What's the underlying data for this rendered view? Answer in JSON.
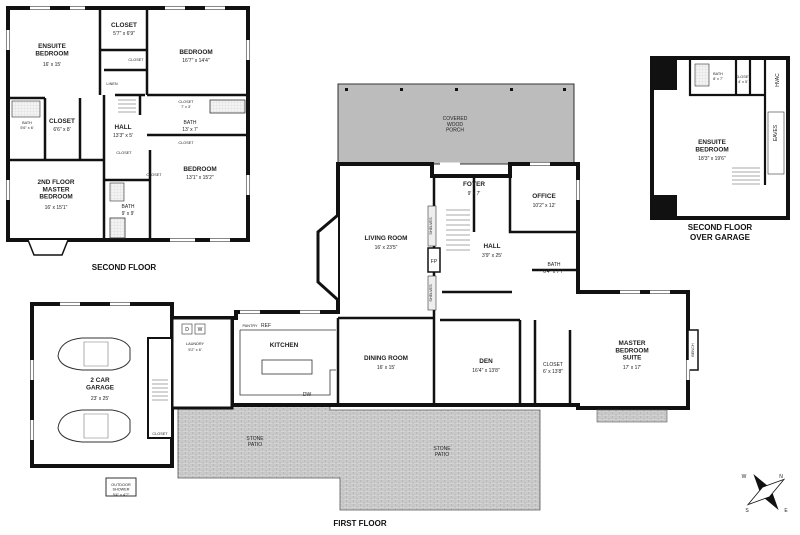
{
  "floor_titles": {
    "second_floor": "SECOND FLOOR",
    "first_floor": "FIRST FLOOR",
    "garage_floor_line1": "SECOND FLOOR",
    "garage_floor_line2": "OVER GARAGE"
  },
  "rooms": {
    "ensuite_bedroom": {
      "name": "ENSUITE\nBEDROOM",
      "dim": "16' x 15'"
    },
    "closet_top": {
      "name": "CLOSET",
      "dim": "5'7\" x 6'9\""
    },
    "bedroom_ne": {
      "name": "BEDROOM",
      "dim": "16'7\" x 14'4\""
    },
    "closet_a": {
      "name": "CLOSET",
      "dim": "6'6\" x 8'"
    },
    "hall_2": {
      "name": "HALL",
      "dim": "13'3\" x 5'"
    },
    "closet_b": {
      "name": "CLOSET",
      "dim": "7' x 3'"
    },
    "bath_13": {
      "name": "BATH",
      "dim": "13' x 7'"
    },
    "master_2nd": {
      "name": "2ND FLOOR\nMASTER\nBEDROOM",
      "dim": "16' x 15'1\""
    },
    "bath_99": {
      "name": "BATH",
      "dim": "9' x 9'"
    },
    "bedroom_se": {
      "name": "BEDROOM",
      "dim": "13'1\" x 15'2\""
    },
    "closet_c": {
      "name": "CLOSET",
      "dim": ""
    },
    "closet_d": {
      "name": "CLOSET",
      "dim": ""
    },
    "closet_e": {
      "name": "CLOSET",
      "dim": ""
    },
    "closet_f": {
      "name": "CLOSET",
      "dim": ""
    },
    "linen": {
      "name": "LINEN",
      "dim": ""
    },
    "bath_small_w": {
      "name": "BATH",
      "dim": "5'6\" x 6'"
    },
    "porch": {
      "name": "COVERED\nWOOD\nPORCH",
      "dim": ""
    },
    "foyer": {
      "name": "FOYER",
      "dim": "9' x 7'"
    },
    "office": {
      "name": "OFFICE",
      "dim": "10'2\" x 12'"
    },
    "living": {
      "name": "LIVING ROOM",
      "dim": "16' x 23'5\""
    },
    "hall_1": {
      "name": "HALL",
      "dim": "3'9\" x 25'"
    },
    "bath_1": {
      "name": "BATH",
      "dim": "6'4\" x 7'7\""
    },
    "fp": {
      "name": "FP",
      "dim": ""
    },
    "shelves_a": {
      "name": "SHELVES",
      "dim": ""
    },
    "shelves_b": {
      "name": "SHELVES",
      "dim": ""
    },
    "kitchen": {
      "name": "KITCHEN",
      "dim": ""
    },
    "pantry": {
      "name": "PANTRY",
      "dim": ""
    },
    "ref": {
      "name": "REF",
      "dim": ""
    },
    "dw": {
      "name": "DW",
      "dim": ""
    },
    "dining": {
      "name": "DINING ROOM",
      "dim": "16' x 15'"
    },
    "den": {
      "name": "DEN",
      "dim": "16'4\" x 13'8\""
    },
    "closet_master": {
      "name": "CLOSET",
      "dim": "6' x 13'8\""
    },
    "master_suite": {
      "name": "MASTER\nBEDROOM\nSUITE",
      "dim": "17' x 17'"
    },
    "bench": {
      "name": "BENCH",
      "dim": ""
    },
    "garage": {
      "name": "2 CAR\nGARAGE",
      "dim": "23' x 25'"
    },
    "laundry": {
      "name": "LAUNDRY",
      "dim": "5'2\" x 6'"
    },
    "washer": {
      "name": "W",
      "dim": ""
    },
    "dryer": {
      "name": "D",
      "dim": ""
    },
    "closet_garage": {
      "name": "CLOSET",
      "dim": ""
    },
    "stone_patio_w": {
      "name": "STONE\nPATIO",
      "dim": ""
    },
    "stone_patio_e": {
      "name": "STONE\nPATIO",
      "dim": ""
    },
    "outdoor_shower": {
      "name": "OUTDOOR\nSHOWER",
      "dim": "5'4\" x 4'7\""
    },
    "ensuite_over_garage": {
      "name": "ENSUITE\nBEDROOM",
      "dim": "18'3\" x 19'6\""
    },
    "bath_garage": {
      "name": "BATH",
      "dim": "8' x 7'"
    },
    "closet_garage2": {
      "name": "CLOSET",
      "dim": "4' x 5'"
    },
    "hvac": {
      "name": "HVAC",
      "dim": ""
    },
    "eaves": {
      "name": "EAVES",
      "dim": ""
    }
  },
  "compass": {
    "n": "N",
    "s": "S",
    "e": "E",
    "w": "W"
  },
  "colors": {
    "wall": "#111111",
    "patio": "#c9c9c9",
    "porch": "#b5b5b5",
    "fixture": "#e6e6e6",
    "line": "#333333"
  }
}
